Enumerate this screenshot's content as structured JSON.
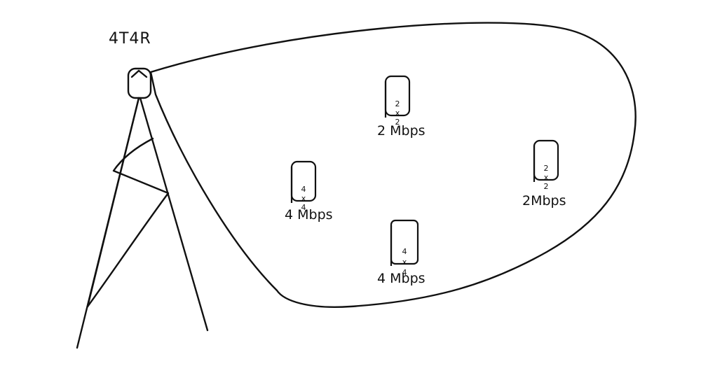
{
  "tower": {
    "label": "4T4R"
  },
  "devices": [
    {
      "id": "dev-top",
      "mimo_rows": [
        "2",
        "x",
        "2"
      ],
      "rate": "2 Mbps"
    },
    {
      "id": "dev-left",
      "mimo_rows": [
        "4",
        "x",
        "4"
      ],
      "rate": "4 Mbps"
    },
    {
      "id": "dev-right",
      "mimo_rows": [
        "2",
        "x",
        "2"
      ],
      "rate": "2Mbps"
    },
    {
      "id": "dev-bottom",
      "mimo_rows": [
        "4",
        "x",
        "4"
      ],
      "rate": "4 Mbps"
    }
  ]
}
